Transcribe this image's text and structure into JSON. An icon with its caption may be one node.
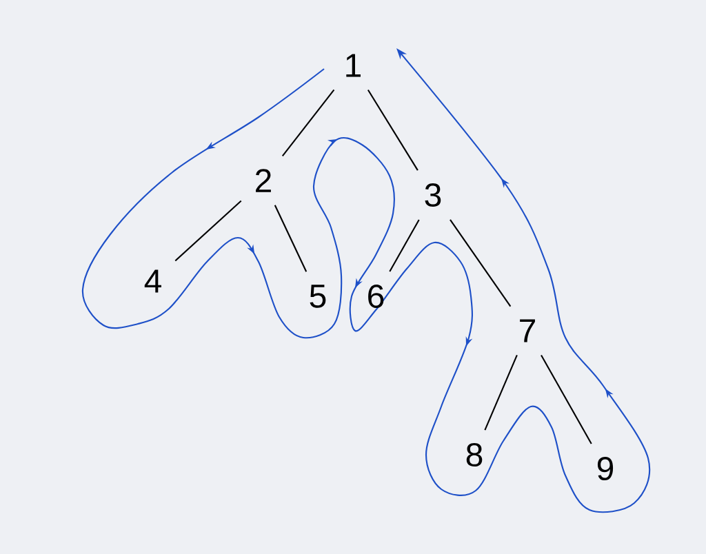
{
  "diagram": {
    "nodes": [
      {
        "text": [
          "1"
        ]
      },
      {
        "text": [
          "2"
        ]
      },
      {
        "text": [
          "3"
        ]
      },
      {
        "text": [
          "4"
        ]
      },
      {
        "text": [
          "5"
        ]
      },
      {
        "text": [
          "6"
        ]
      },
      {
        "text": [
          "7"
        ]
      },
      {
        "text": [
          "8"
        ]
      },
      {
        "text": [
          "9"
        ]
      }
    ],
    "edges": [
      {
        "from": 0,
        "to": 1,
        "arrow": "none"
      },
      {
        "from": 0,
        "to": 2,
        "arrow": "none"
      },
      {
        "from": 1,
        "to": 3,
        "arrow": "none"
      },
      {
        "from": 1,
        "to": 4,
        "arrow": "none"
      },
      {
        "from": 2,
        "to": 5,
        "arrow": "none"
      },
      {
        "from": 2,
        "to": 6,
        "arrow": "none"
      },
      {
        "from": 6,
        "to": 7,
        "arrow": "none"
      },
      {
        "from": 6,
        "to": 8,
        "arrow": "none"
      }
    ]
  }
}
